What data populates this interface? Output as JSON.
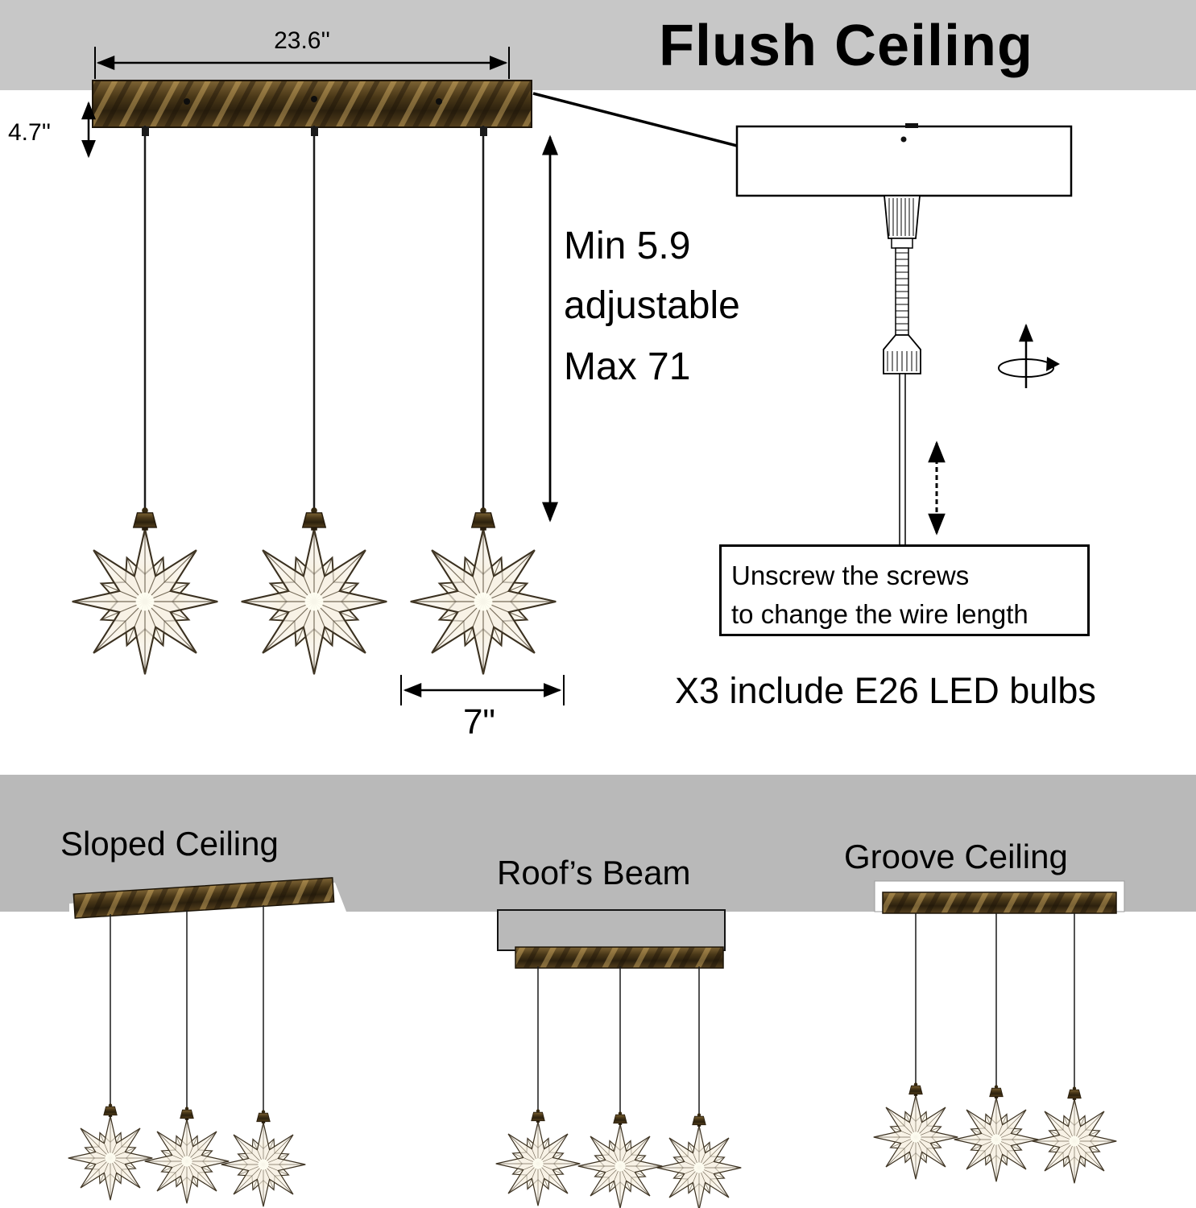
{
  "colors": {
    "ceiling_gray_top": "#c7c7c7",
    "ceiling_gray_bottom": "#b9b9b9",
    "bronze": "#5c4520",
    "cord_black": "#1a1a1a",
    "glow_warm": "#fff3c4"
  },
  "header": {
    "title": "Flush Ceiling"
  },
  "diagram": {
    "bar_width_label": "23.6''",
    "bar_depth_label": "4.7''",
    "drop_lines": {
      "line1": "Min 5.9",
      "line2": "adjustable",
      "line3": "Max 71"
    },
    "shade_width_label": "7\"",
    "callout": {
      "line1": "Unscrew the screws",
      "line2": "to change the wire length"
    },
    "bulb_note": "X3 include E26 LED bulbs"
  },
  "mounting_options": [
    {
      "label": "Sloped Ceiling"
    },
    {
      "label": "Roof’s Beam"
    },
    {
      "label": "Groove Ceiling"
    }
  ]
}
